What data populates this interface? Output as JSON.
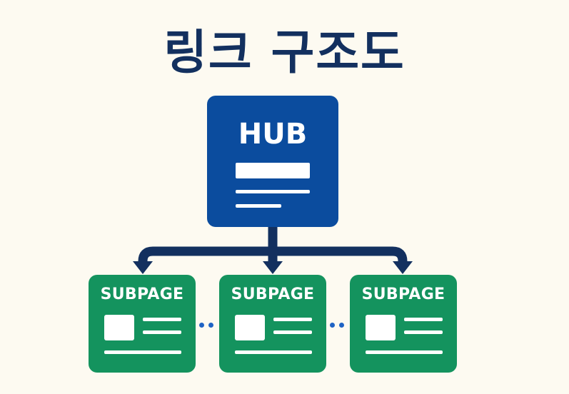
{
  "title": "링크 구조도",
  "hub": {
    "label": "HUB"
  },
  "subpages": [
    {
      "label": "SUBPAGE"
    },
    {
      "label": "SUBPAGE"
    },
    {
      "label": "SUBPAGE"
    }
  ],
  "colors": {
    "background": "#fdfaf1",
    "title": "#13305f",
    "hub": "#0b4c9e",
    "subpage": "#14935e",
    "connector": "#13305f",
    "dots": "#1f63c4"
  }
}
